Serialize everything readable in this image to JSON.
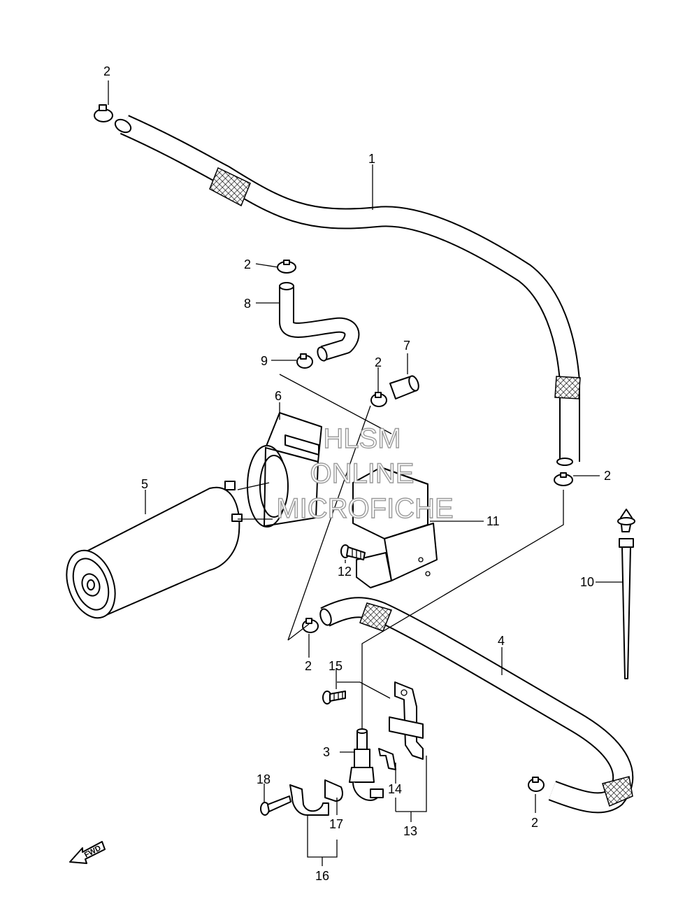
{
  "callouts": {
    "c1": "1",
    "c2a": "2",
    "c2b": "2",
    "c2c": "2",
    "c2d": "2",
    "c2e": "2",
    "c2f": "2",
    "c3": "3",
    "c4": "4",
    "c5": "5",
    "c6": "6",
    "c7": "7",
    "c8": "8",
    "c9": "9",
    "c10": "10",
    "c11": "11",
    "c12": "12",
    "c13": "13",
    "c14": "14",
    "c15": "15",
    "c16": "16",
    "c17": "17",
    "c18": "18"
  },
  "watermark": {
    "line1": "HLSM",
    "line2": "ONLINE",
    "line3": "MICROFICHE"
  },
  "fwd_label": "FWD",
  "colors": {
    "line": "#000000",
    "watermark_outline": "#9a9a9a",
    "background": "#ffffff"
  }
}
